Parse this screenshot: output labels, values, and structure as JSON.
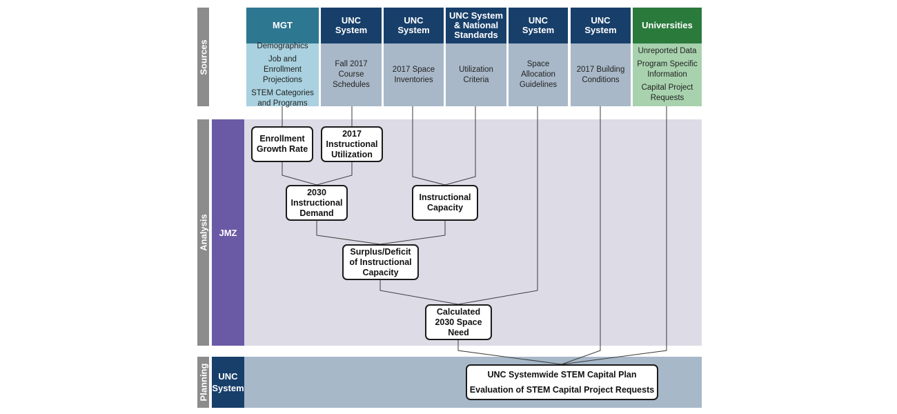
{
  "rows": {
    "sources": "Sources",
    "analysis": "Analysis",
    "planning": "Planning"
  },
  "sidebars": {
    "analysis_owner": "JMZ",
    "planning_owner": [
      "UNC",
      "System"
    ]
  },
  "sources": [
    {
      "header": [
        "MGT"
      ],
      "items": [
        [
          "Demographics"
        ],
        [
          "Job and Enrollment",
          "Projections"
        ],
        [
          "STEM Categories",
          "and Programs"
        ]
      ]
    },
    {
      "header": [
        "UNC",
        "System"
      ],
      "items": [
        [
          "Fall 2017",
          "Course",
          "Schedules"
        ]
      ]
    },
    {
      "header": [
        "UNC",
        "System"
      ],
      "items": [
        [
          "2017 Space",
          "Inventories"
        ]
      ]
    },
    {
      "header": [
        "UNC System",
        "& National",
        "Standards"
      ],
      "items": [
        [
          "Utilization",
          "Criteria"
        ]
      ]
    },
    {
      "header": [
        "UNC",
        "System"
      ],
      "items": [
        [
          "Space",
          "Allocation",
          "Guidelines"
        ]
      ]
    },
    {
      "header": [
        "UNC",
        "System"
      ],
      "items": [
        [
          "2017 Building",
          "Conditions"
        ]
      ]
    },
    {
      "header": [
        "Universities"
      ],
      "items": [
        [
          "Unreported Data"
        ],
        [
          "Program Specific",
          "Information"
        ],
        [
          "Capital Project",
          "Requests"
        ]
      ]
    }
  ],
  "nodes": {
    "enrollment_growth": [
      "Enrollment",
      "Growth Rate"
    ],
    "instructional_utilization": [
      "2017",
      "Instructional",
      "Utilization"
    ],
    "instructional_demand": [
      "2030",
      "Instructional",
      "Demand"
    ],
    "instructional_capacity": [
      "Instructional",
      "Capacity"
    ],
    "surplus_deficit": [
      "Surplus/Deficit",
      "of Instructional",
      "Capacity"
    ],
    "space_need": [
      "Calculated",
      "2030 Space",
      "Need"
    ],
    "capital_plan": [
      "UNC Systemwide STEM Capital Plan",
      "Evaluation of STEM Capital Project Requests"
    ]
  },
  "colors": {
    "teal_header": "#2e7791",
    "navy_header": "#183f6a",
    "green_header": "#2a7a3c",
    "jmz": "#6a5aa6",
    "analysis_band": "#dddbe6",
    "planning_band": "#a7b8c9"
  }
}
